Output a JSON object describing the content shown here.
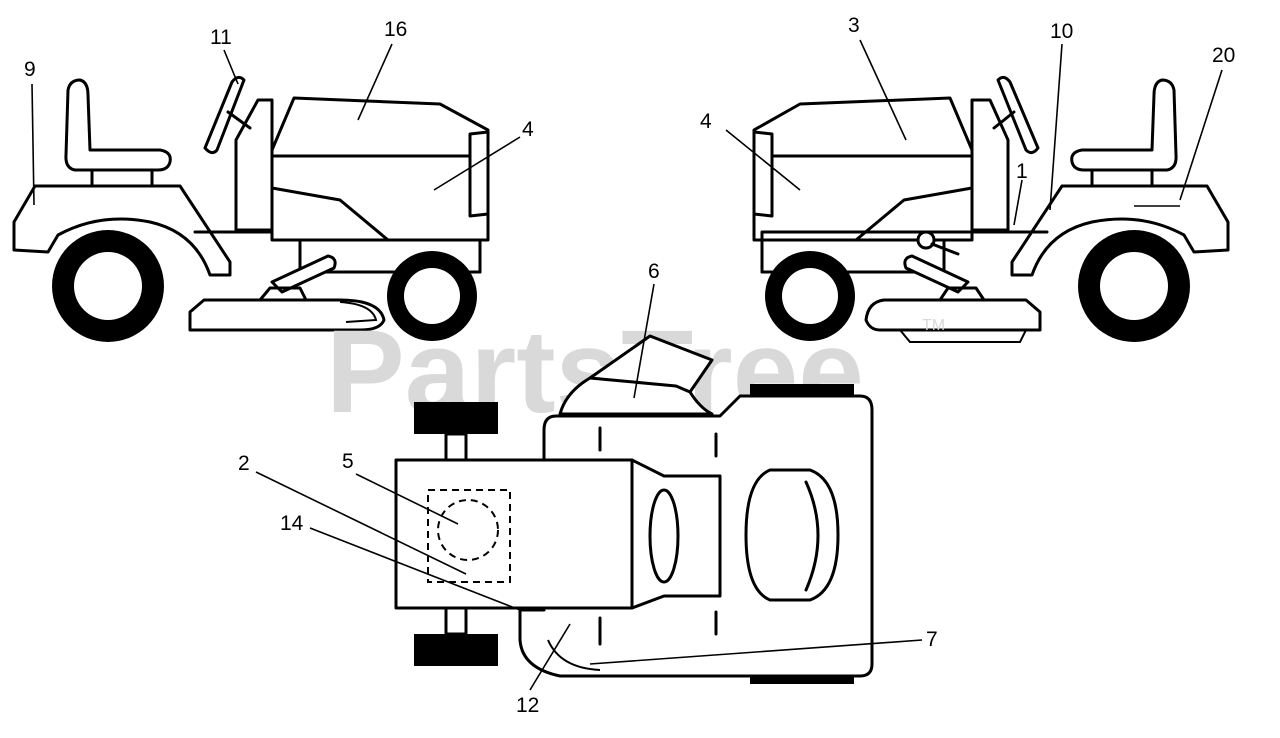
{
  "watermark": {
    "text": "PartsTree",
    "trademark": "TM"
  },
  "callouts": {
    "c9": "9",
    "c11": "11",
    "c16": "16",
    "c4_left": "4",
    "c3": "3",
    "c10": "10",
    "c20": "20",
    "c4_right": "4",
    "c1": "1",
    "c6": "6",
    "c2": "2",
    "c5": "5",
    "c14": "14",
    "c7": "7",
    "c12": "12"
  },
  "colors": {
    "line": "#000000",
    "watermark": "#d9d9d9",
    "background": "#ffffff"
  }
}
